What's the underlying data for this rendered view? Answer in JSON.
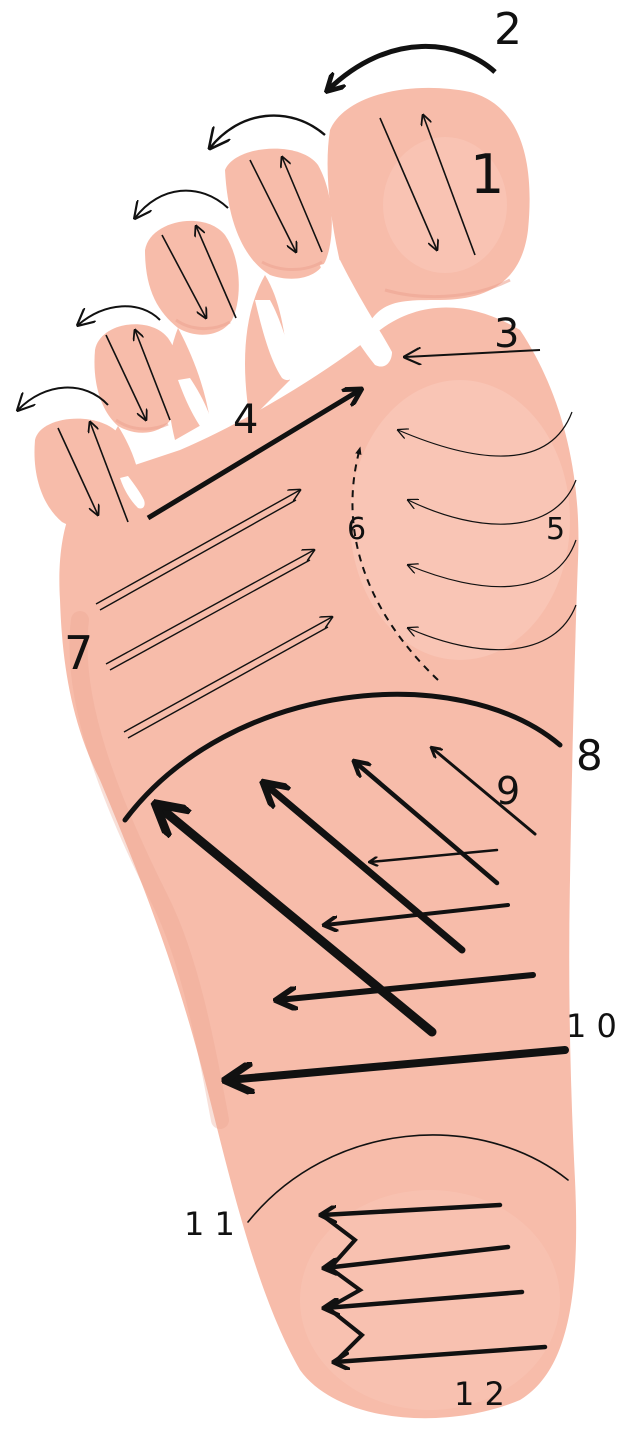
{
  "colors": {
    "skin": "#f7bcaa",
    "skin_shadow": "#eca592",
    "skin_highlight": "#fbcdbf",
    "ink": "#111111",
    "background": "#ffffff"
  },
  "steps": [
    {
      "id": "step-1",
      "label": "1"
    },
    {
      "id": "step-2",
      "label": "2"
    },
    {
      "id": "step-3",
      "label": "3"
    },
    {
      "id": "step-4",
      "label": "4"
    },
    {
      "id": "step-5",
      "label": "5"
    },
    {
      "id": "step-6",
      "label": "6"
    },
    {
      "id": "step-7",
      "label": "7"
    },
    {
      "id": "step-8",
      "label": "8"
    },
    {
      "id": "step-9",
      "label": "9"
    },
    {
      "id": "step-10",
      "label": "1 0"
    },
    {
      "id": "step-11",
      "label": "1 1"
    },
    {
      "id": "step-12",
      "label": "1 2"
    }
  ]
}
